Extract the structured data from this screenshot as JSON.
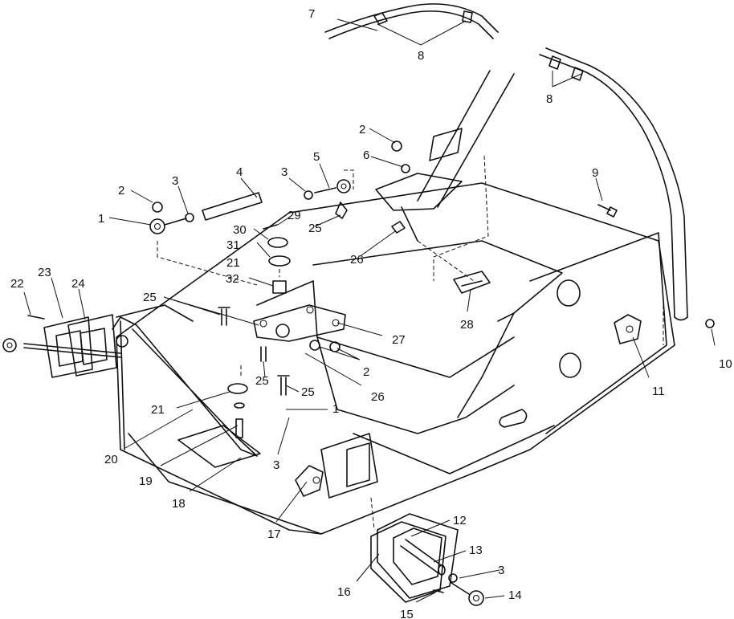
{
  "callouts": [
    "1",
    "1",
    "2",
    "2",
    "2",
    "3",
    "3",
    "3",
    "3",
    "4",
    "5",
    "6",
    "7",
    "8",
    "8",
    "9",
    "10",
    "11",
    "12",
    "13",
    "14",
    "15",
    "16",
    "17",
    "18",
    "19",
    "20",
    "21",
    "21",
    "22",
    "23",
    "24",
    "25",
    "25",
    "25",
    "25",
    "26",
    "26",
    "27",
    "28",
    "29",
    "30",
    "31",
    "32"
  ]
}
